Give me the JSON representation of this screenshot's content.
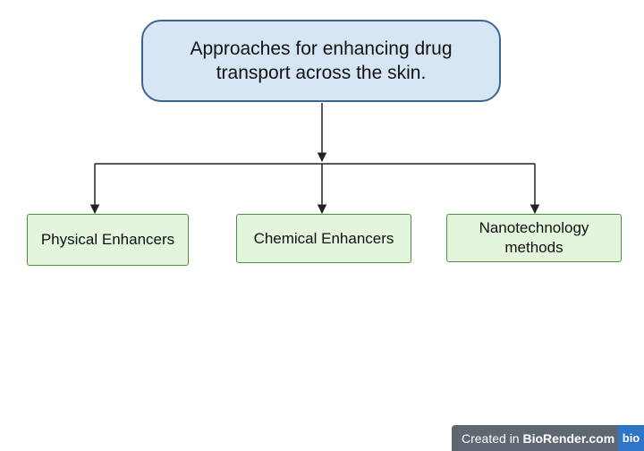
{
  "diagram": {
    "root": {
      "label": "Approaches for enhancing drug transport across the skin."
    },
    "children": [
      {
        "label": "Physical Enhancers"
      },
      {
        "label": "Chemical Enhancers"
      },
      {
        "label": "Nanotechnology methods"
      }
    ]
  },
  "watermark": {
    "prefix": "Created in",
    "brand": "BioRender.com",
    "logo": "bio"
  },
  "colors": {
    "root_fill": "#d7e6f5",
    "root_border": "#3b6591",
    "child_fill": "#e3f5dc",
    "child_border": "#4f8f45",
    "connector": "#222222",
    "watermark_bg": "#5e6772",
    "logo_bg": "#2f75c6"
  }
}
